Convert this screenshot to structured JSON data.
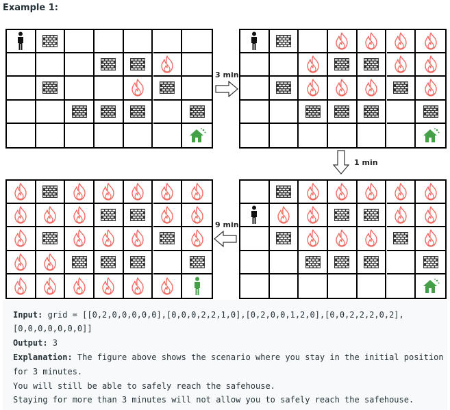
{
  "title": "Example 1:",
  "arrows": {
    "right_label": "3 min",
    "down_label": "1 min",
    "left_label": "9 min"
  },
  "grids": [
    {
      "name": "grid-initial",
      "rows": [
        [
          "person",
          "wall",
          "",
          "",
          "",
          "",
          ""
        ],
        [
          "",
          "",
          "",
          "wall",
          "wall",
          "fire",
          ""
        ],
        [
          "",
          "wall",
          "",
          "",
          "fire",
          "wall",
          ""
        ],
        [
          "",
          "",
          "wall",
          "wall",
          "wall",
          "",
          "wall"
        ],
        [
          "",
          "",
          "",
          "",
          "",
          "",
          "house"
        ]
      ]
    },
    {
      "name": "grid-after-3-min",
      "rows": [
        [
          "person",
          "wall",
          "",
          "fire",
          "fire",
          "fire",
          "fire"
        ],
        [
          "",
          "",
          "fire",
          "wall",
          "wall",
          "fire",
          "fire"
        ],
        [
          "",
          "wall",
          "fire",
          "fire",
          "fire",
          "wall",
          "fire"
        ],
        [
          "",
          "",
          "wall",
          "wall",
          "wall",
          "",
          "wall"
        ],
        [
          "",
          "",
          "",
          "",
          "",
          "",
          "house"
        ]
      ]
    },
    {
      "name": "grid-after-4-min",
      "rows": [
        [
          "",
          "wall",
          "fire",
          "fire",
          "fire",
          "fire",
          "fire"
        ],
        [
          "person",
          "fire",
          "fire",
          "wall",
          "wall",
          "fire",
          "fire"
        ],
        [
          "",
          "wall",
          "fire",
          "fire",
          "fire",
          "wall",
          "fire"
        ],
        [
          "",
          "",
          "wall",
          "wall",
          "wall",
          "",
          "wall"
        ],
        [
          "",
          "",
          "",
          "",
          "",
          "",
          "house"
        ]
      ]
    },
    {
      "name": "grid-final",
      "rows": [
        [
          "fire",
          "wall",
          "fire",
          "fire",
          "fire",
          "fire",
          "fire"
        ],
        [
          "fire",
          "fire",
          "fire",
          "wall",
          "wall",
          "fire",
          "fire"
        ],
        [
          "fire",
          "wall",
          "fire",
          "fire",
          "fire",
          "wall",
          "fire"
        ],
        [
          "fire",
          "fire",
          "wall",
          "wall",
          "wall",
          "",
          "wall"
        ],
        [
          "fire",
          "fire",
          "fire",
          "fire",
          "fire",
          "fire",
          "person-safe"
        ]
      ]
    }
  ],
  "code": {
    "input_label": "Input:",
    "input_line1": " grid = [[0,2,0,0,0,0,0],[0,0,0,2,2,1,0],[0,2,0,0,1,2,0],[0,0,2,2,2,0,2],",
    "input_line2": "[0,0,0,0,0,0,0]]",
    "output_label": "Output:",
    "output_value": " 3",
    "explanation_label": "Explanation:",
    "explanation_line1": " The figure above shows the scenario where you stay in the initial position",
    "explanation_line2": "for 3 minutes.",
    "explanation_line3": "You will still be able to safely reach the safehouse.",
    "explanation_line4": "Staying for more than 3 minutes will not allow you to safely reach the safehouse."
  },
  "colors": {
    "fire": "#ef6b63",
    "wall": "#333333",
    "house": "#43a047",
    "person": "#111111",
    "person_safe": "#43a047"
  }
}
